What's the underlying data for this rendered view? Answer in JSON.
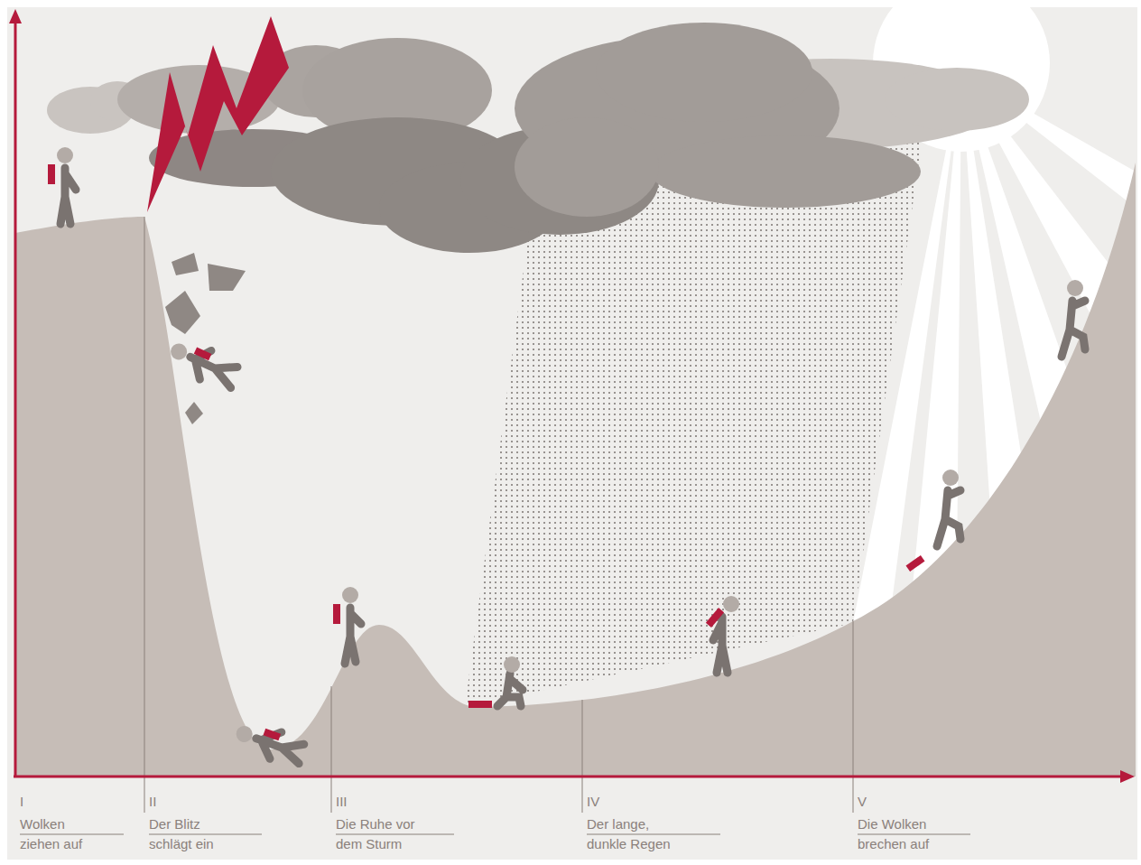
{
  "diagram": {
    "labels": [
      "I",
      "Wolken ziehen auf",
      "II",
      "Der Blitz schlägt ein",
      "III",
      "Die Ruhe vor dem Sturm",
      "IV",
      "Der lange, dunkle Regen",
      "V",
      "Die Wolken brechen auf"
    ]
  }
}
